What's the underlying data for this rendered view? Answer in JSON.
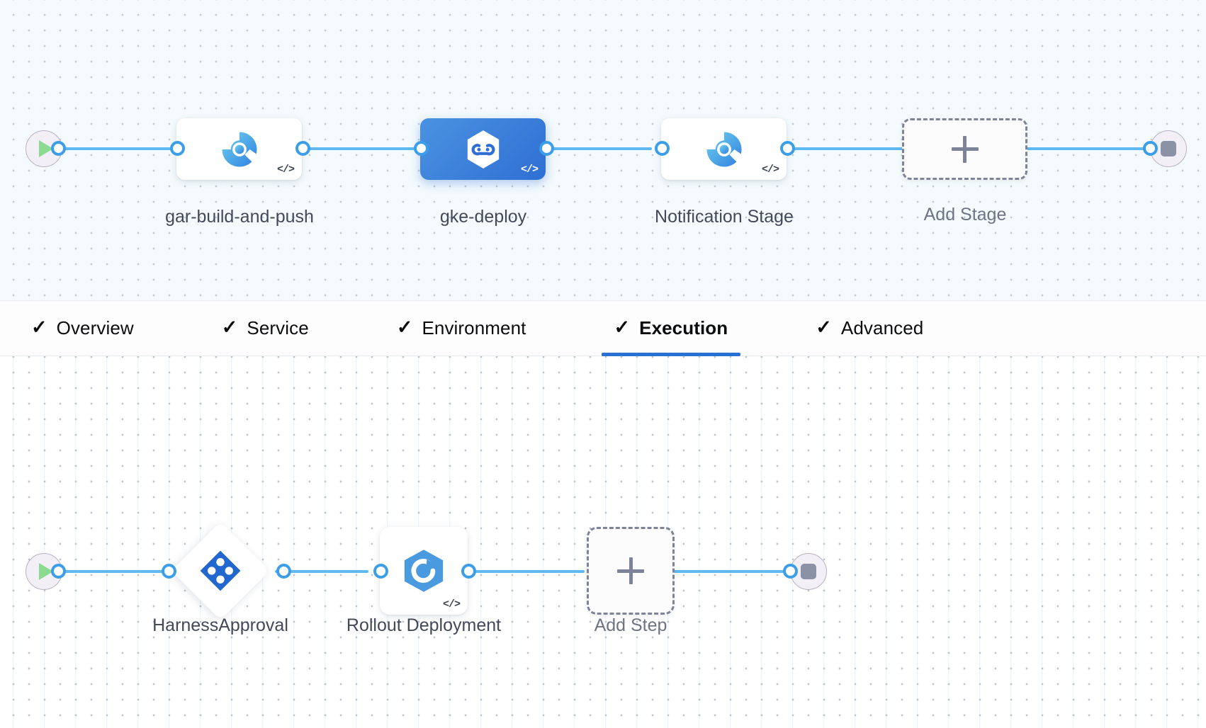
{
  "stage_graph": {
    "start_node": {
      "name": "start",
      "icon": "play-icon"
    },
    "end_node": {
      "name": "end",
      "icon": "stop-icon"
    },
    "nodes": [
      {
        "id": "gar-build-and-push",
        "label": "gar-build-and-push",
        "icon": "harness-ci-build-icon",
        "badge": "</>",
        "selected": false,
        "shape": "rounded-rect"
      },
      {
        "id": "gke-deploy",
        "label": "gke-deploy",
        "icon": "harness-cd-deploy-hexagon-icon",
        "badge": "</>",
        "selected": true,
        "shape": "rounded-rect"
      },
      {
        "id": "notification-stage",
        "label": "Notification Stage",
        "icon": "harness-ci-build-icon",
        "badge": "</>",
        "selected": false,
        "shape": "rounded-rect"
      }
    ],
    "add_button": {
      "label": "Add Stage",
      "icon": "plus-icon"
    }
  },
  "tabs": [
    {
      "id": "overview",
      "label": "Overview",
      "icon": "check-icon",
      "active": false
    },
    {
      "id": "service",
      "label": "Service",
      "icon": "check-icon",
      "active": false
    },
    {
      "id": "environment",
      "label": "Environment",
      "icon": "check-icon",
      "active": false
    },
    {
      "id": "execution",
      "label": "Execution",
      "icon": "check-icon",
      "active": true
    },
    {
      "id": "advanced",
      "label": "Advanced",
      "icon": "check-icon",
      "active": false
    }
  ],
  "step_graph": {
    "start_node": {
      "name": "start",
      "icon": "play-icon"
    },
    "end_node": {
      "name": "end",
      "icon": "stop-icon"
    },
    "nodes": [
      {
        "id": "harness-approval",
        "label": "HarnessApproval",
        "icon": "harness-approval-diamond-icon",
        "badge": "",
        "shape": "diamond"
      },
      {
        "id": "rollout-deployment",
        "label": "Rollout Deployment",
        "icon": "k8s-rollout-hexagon-icon",
        "badge": "</>",
        "shape": "rounded-square"
      }
    ],
    "add_button": {
      "label": "Add Step",
      "icon": "plus-icon"
    }
  },
  "colors": {
    "accent_blue": "#2a6fd4",
    "link_blue": "#5fb8ef",
    "port_blue": "#3c9ee8",
    "selected_gradient_from": "#4a92e0",
    "selected_gradient_to": "#2f6fd4",
    "play_green": "#8adb8f",
    "stop_gray": "#8b92a6",
    "dash_gray": "#7d8499",
    "stage_canvas_bg": "#f4fafd",
    "step_canvas_bg": "#ffffff",
    "caption_text": "#44495a",
    "tab_text": "#0b0c0e"
  }
}
